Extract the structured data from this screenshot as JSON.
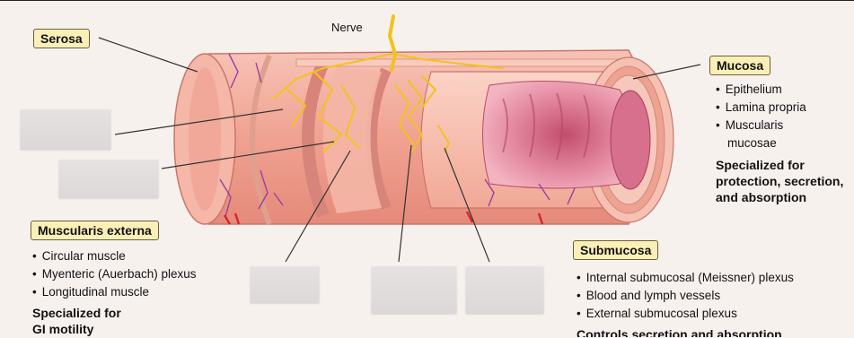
{
  "labels": {
    "nerve": "Nerve",
    "serosa": "Serosa",
    "mucosa": "Mucosa",
    "muscularis_externa": "Muscularis externa",
    "submucosa": "Submucosa"
  },
  "mucosa": {
    "items": [
      "Epithelium",
      "Lamina propria",
      "Muscularis",
      "mucosae"
    ],
    "note_lines": [
      "Specialized for",
      "protection, secretion,",
      "and absorption"
    ]
  },
  "muscularis_externa": {
    "items": [
      "Circular muscle",
      "Myenteric (Auerbach) plexus",
      "Longitudinal muscle"
    ],
    "note_lines": [
      "Specialized for",
      "GI motility"
    ]
  },
  "submucosa": {
    "items": [
      "Internal submucosal (Meissner) plexus",
      "Blood and lymph vessels",
      "External submucosal plexus"
    ],
    "note_lines": [
      "Controls secretion and absorption"
    ]
  },
  "colors": {
    "label_fill": "#fbefb8",
    "tissue": "#f2a99a",
    "nerve": "#f3c21c",
    "lumen": "#d96f8a"
  }
}
